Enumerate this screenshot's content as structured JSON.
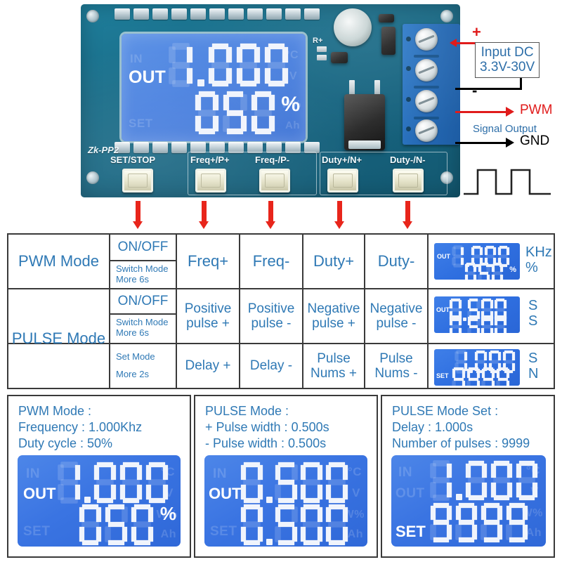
{
  "product": {
    "silkscreen": "Zk-PP2"
  },
  "board_display": {
    "label_out": "OUT",
    "line1": "1.000",
    "line2": "050",
    "unit": "%",
    "ghost_labels": [
      "IN",
      "OUT",
      "SET"
    ],
    "ghost_units": [
      "°C",
      "V",
      "W%",
      "Ah"
    ]
  },
  "buttons": [
    {
      "label": "SET/STOP"
    },
    {
      "label": "Freq+/P+"
    },
    {
      "label": "Freq-/P-"
    },
    {
      "label": "Duty+/N+"
    },
    {
      "label": "Duty-/N-"
    }
  ],
  "wiring": {
    "plus_sign": "+",
    "minus_sign": "-",
    "input_box_line1": "Input DC",
    "input_box_line2": "3.3V-30V",
    "pwm_label": "PWM",
    "signal_output_label": "Signal Output",
    "gnd_label": "GND"
  },
  "table": {
    "rows": [
      {
        "mode": "PWM Mode",
        "col2_top": "ON/OFF",
        "col2_bottom": "Switch Mode\nMore 6s",
        "c3": "Freq+",
        "c4": "Freq-",
        "c5": "Duty+",
        "c6": "Duty-",
        "lcd": {
          "label": "OUT",
          "line1": "1.000",
          "line2": "050",
          "small_unit": "%"
        },
        "units": [
          "KHz",
          "%"
        ]
      },
      {
        "mode": "PULSE Mode",
        "col2_top": "ON/OFF",
        "col2_bottom": "Switch Mode\nMore 6s",
        "c3": "Positive\npulse +",
        "c4": "Positive\npulse -",
        "c5": "Negative\npulse +",
        "c6": "Negative\npulse -",
        "lcd": {
          "label": "OUT",
          "line1": "0.500",
          "line2": "0.500",
          "small_unit": ""
        },
        "units": [
          "S",
          "S"
        ]
      },
      {
        "mode": "",
        "col2_top": "Set Mode",
        "col2_bottom": "More 2s",
        "c3": "Delay +",
        "c4": "Delay -",
        "c5": "Pulse\nNums +",
        "c6": "Pulse\nNums -",
        "lcd": {
          "label": "SET",
          "line1": "1.000",
          "line2": "9999",
          "small_unit": ""
        },
        "units": [
          "S",
          "N"
        ]
      }
    ]
  },
  "info_boxes": [
    {
      "title": "PWM Mode :",
      "line2": "Frequency : 1.000Khz",
      "line3": "Duty cycle : 50%",
      "lcd": {
        "label": "OUT",
        "line1": "1.000",
        "line2": "050",
        "unit": "%"
      }
    },
    {
      "title": "PULSE Mode :",
      "line2": "+ Pulse width : 0.500s",
      "line3": "- Pulse width : 0.500s",
      "lcd": {
        "label": "OUT",
        "line1": "0.500",
        "line2": "0.500",
        "unit": ""
      }
    },
    {
      "title": "PULSE Mode Set :",
      "line2": "Delay : 1.000s",
      "line3": "Number of pulses : 9999",
      "lcd": {
        "label": "SET",
        "line1": "1.000",
        "line2": "9999",
        "unit": ""
      }
    }
  ],
  "colors": {
    "accent_blue": "#2f79b5",
    "lcd_blue": "#3a74e2",
    "arrow_red": "#e8251b",
    "pcb_teal": "#1a6e8a"
  }
}
